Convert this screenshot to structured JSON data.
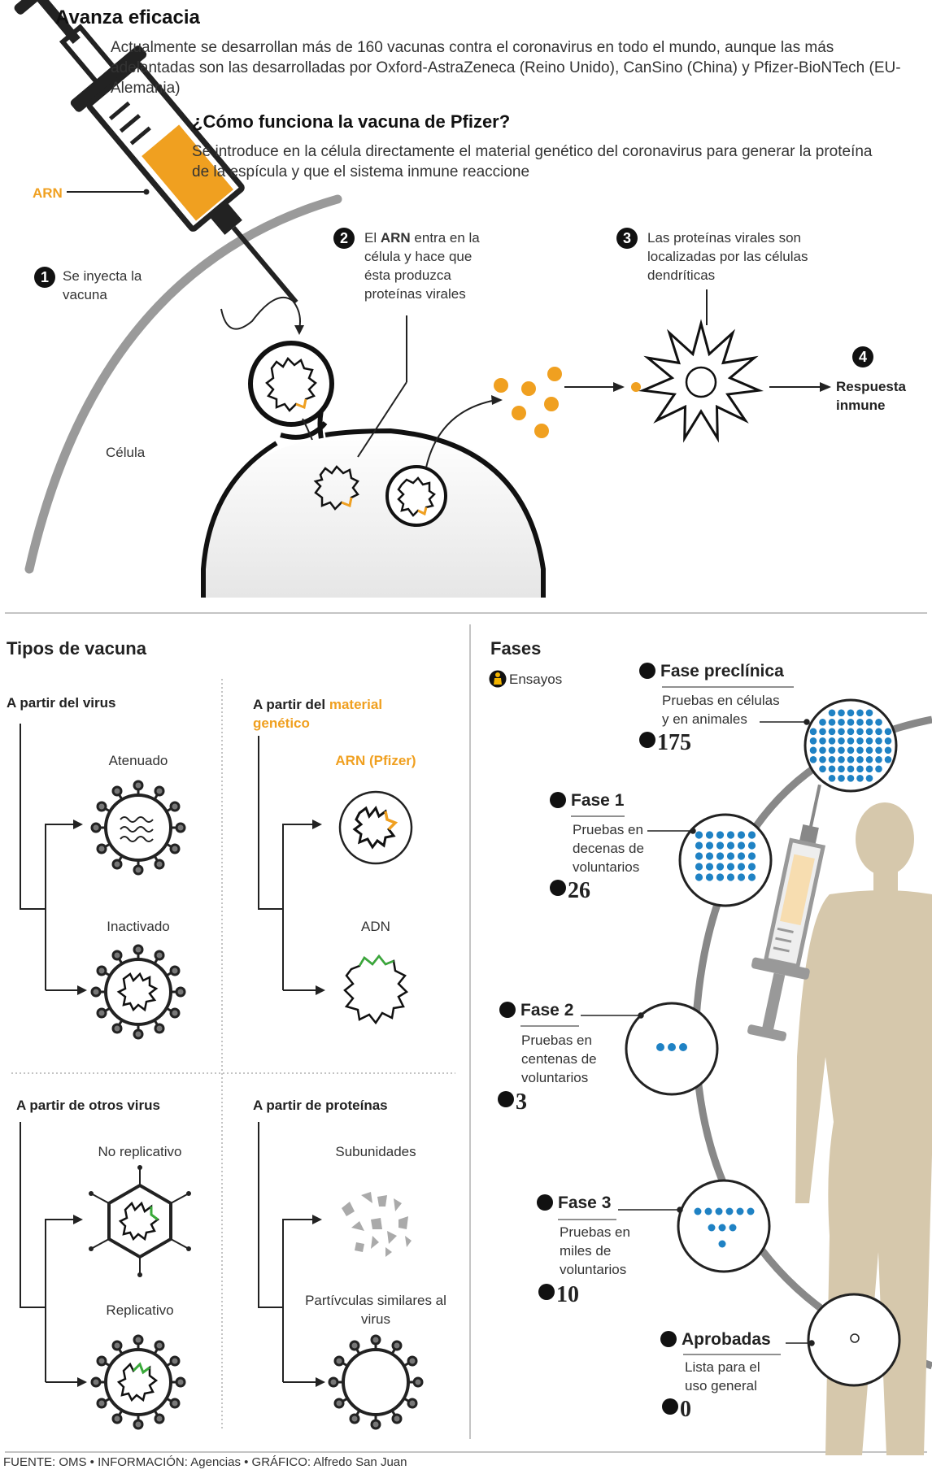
{
  "header": {
    "title": "Avanza eficacia",
    "intro": "Actualmente se desarrollan más de 160 vacunas contra el coronavirus en todo el mundo, aunque las más adelantadas son las desarrolladas por Oxford-AstraZeneca (Reino Unido), CanSino (China) y Pfizer-BioNTech (EU-Alemania)",
    "pfizer_title": "¿Cómo funciona la vacuna de Pfizer?",
    "pfizer_text": "Se introduce en la célula directamente el material genético del coronavirus para generar la proteína de la espícula y que el sistema inmune reaccione"
  },
  "mechanism": {
    "arn_label": "ARN",
    "cell_label": "Célula",
    "step1": {
      "num": "1",
      "text": "Se inyecta la vacuna"
    },
    "step2": {
      "num": "2",
      "prefix": "El ",
      "bold": "ARN",
      "text": " entra en la célula y hace que ésta produzca proteínas virales"
    },
    "step3": {
      "num": "3",
      "text": "Las proteínas virales son localizadas por las células dendríticas"
    },
    "step4": {
      "num": "4",
      "text": "Respuesta inmune"
    }
  },
  "types": {
    "title": "Tipos de vacuna",
    "virus": {
      "heading": "A partir del virus",
      "a": "Atenuado",
      "b": "Inactivado"
    },
    "genetic": {
      "heading_prefix": "A partir del ",
      "heading_highlight": "material genético",
      "a": "ARN (Pfizer)",
      "b": "ADN"
    },
    "other": {
      "heading": "A partir de otros virus",
      "a": "No replicativo",
      "b": "Replicativo"
    },
    "protein": {
      "heading": "A partir de proteínas",
      "a": "Subunidades",
      "b": "Partívculas similares al virus"
    }
  },
  "phases": {
    "title": "Fases",
    "legend": "Ensayos",
    "items": [
      {
        "name": "Fase preclínica",
        "desc": "Pruebas en células y en animales",
        "count": "175"
      },
      {
        "name": "Fase 1",
        "desc": "Pruebas en decenas de voluntarios",
        "count": "26"
      },
      {
        "name": "Fase 2",
        "desc": "Pruebas en centenas de voluntarios",
        "count": "3"
      },
      {
        "name": "Fase 3",
        "desc": "Pruebas en miles de voluntarios",
        "count": "10"
      },
      {
        "name": "Aprobadas",
        "desc": "Lista para el uso general",
        "count": "0"
      }
    ]
  },
  "footer": "FUENTE: OMS • INFORMACIÓN: Agencias • GRÁFICO: Alfredo San Juan",
  "colors": {
    "accent": "#f0a020",
    "dots": "#1f82c4",
    "body": "#d6c8ac",
    "line": "#222222"
  }
}
